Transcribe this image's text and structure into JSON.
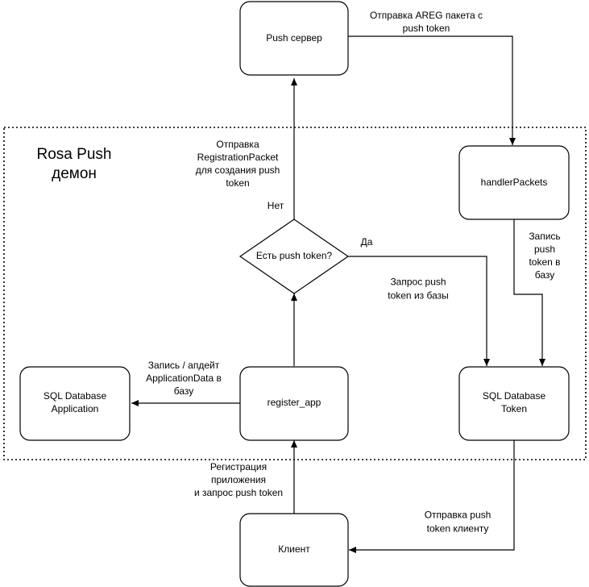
{
  "group": {
    "title_lines": [
      "Rosa Push",
      "демон"
    ]
  },
  "nodes": {
    "push_server": {
      "lines": [
        "Push сервер"
      ]
    },
    "handler_packets": {
      "lines": [
        "handlerPackets"
      ]
    },
    "decision": {
      "lines": [
        "Есть push token?"
      ]
    },
    "sql_app": {
      "lines": [
        "SQL Database",
        "Application"
      ]
    },
    "register_app": {
      "lines": [
        "register_app"
      ]
    },
    "sql_token": {
      "lines": [
        "SQL Database",
        "Token"
      ]
    },
    "client": {
      "lines": [
        "Клиент"
      ]
    }
  },
  "edges": {
    "areg": {
      "lines": [
        "Отправка AREG пакета с",
        "push token"
      ]
    },
    "registration": {
      "lines": [
        "Отправка",
        "RegistrationPacket",
        "для создания push",
        "token"
      ]
    },
    "no": {
      "lines": [
        "Нет"
      ]
    },
    "yes": {
      "lines": [
        "Да"
      ]
    },
    "save_token": {
      "lines": [
        "Запись",
        "push",
        "token в",
        "базу"
      ]
    },
    "query_token": {
      "lines": [
        "Запрос push",
        "token из базы"
      ]
    },
    "save_app": {
      "lines": [
        "Запись / апдейт",
        "ApplicationData в",
        "базу"
      ]
    },
    "register_request": {
      "lines": [
        "Регистрация",
        "приложения",
        "и запрос push token"
      ]
    },
    "send_token": {
      "lines": [
        "Отправка push",
        "token клиенту"
      ]
    }
  }
}
